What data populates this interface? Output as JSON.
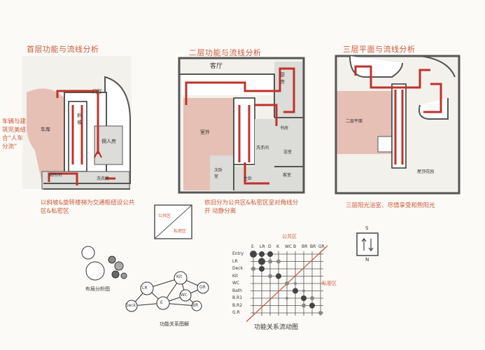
{
  "plans": {
    "ground": {
      "title": "首层功能与流线分析",
      "labels": {
        "garage": "车库",
        "stairs": "斜坡",
        "entry": "门厅",
        "maid": "佣人房",
        "laundry": "洗衣房",
        "wc": "厕所间"
      },
      "side_note": "车辆与建筑完美结合“人车分流”",
      "bottom_note": "以斜坡&旋转楼梯为交通枢纽设公共区&私密区"
    },
    "second": {
      "title": "二层功能与流线分析",
      "labels": {
        "living": "客厅",
        "kitchen": "厨房",
        "outdoor": "室外",
        "study": "书房",
        "bath": "浴室",
        "wc": "洗手间",
        "guest": "次卧室",
        "master": "主卧",
        "bed": "客室"
      },
      "bottom_note": "依旧分为公共区&私密区呈对角线分开 动静分离"
    },
    "third": {
      "title": "三层平面与流线分析",
      "labels": {
        "garden": "二层平面",
        "roof": "屋顶花园"
      },
      "bottom_note": "三层阳光浴室、尽情享受和煦阳光"
    }
  },
  "legend": {
    "public": "公共区",
    "private": "私密区"
  },
  "compass": {
    "s": "S",
    "n": "N"
  },
  "bubble": {
    "caption": "布局分析图"
  },
  "network": {
    "caption": "功能关系图解",
    "nodes": [
      "LR",
      "Kit",
      "E",
      "Deck",
      "Wc",
      "GR",
      "BR"
    ]
  },
  "matrix": {
    "title": "功能关系流动图",
    "public_label": "公共区",
    "private_label": "私密区",
    "cols": [
      "E",
      "LR",
      "D",
      "K",
      "WC",
      "B",
      "BR",
      "BR",
      "GR"
    ],
    "rows": [
      "Entry",
      "LR",
      "Deck",
      "Kit",
      "WC",
      "Bath",
      "B.R1",
      "B.R2",
      "G.R"
    ]
  },
  "colors": {
    "red": "#c0312b",
    "accent": "#d0583a",
    "pink": "#e8c4bb",
    "grey": "#dcdcd8",
    "wall": "#555555"
  }
}
